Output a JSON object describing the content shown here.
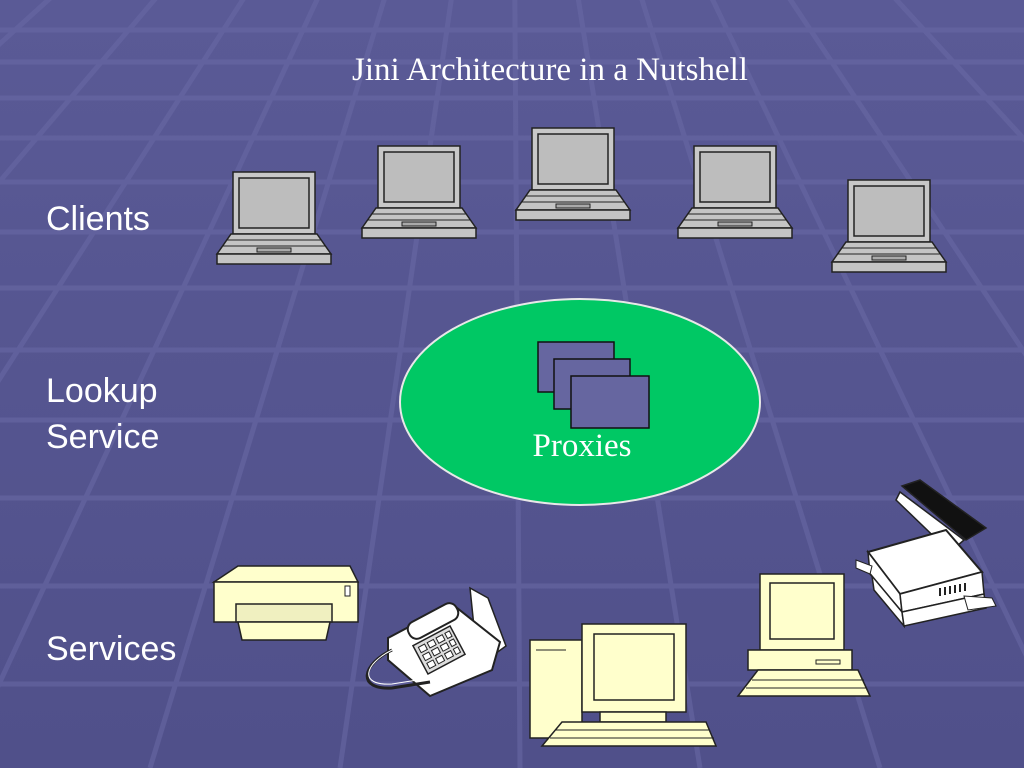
{
  "title": "Jini Architecture in a Nutshell",
  "layers": {
    "clients": "Clients",
    "lookup_line1": "Lookup",
    "lookup_line2": "Service",
    "services": "Services"
  },
  "lookup": {
    "proxies_label": "Proxies"
  },
  "colors": {
    "background": "#55558f",
    "lookup_fill": "#00c864",
    "proxy_fill": "#6666a0",
    "device_fill": "#ffffcc",
    "laptop_fill": "#c0c0c0"
  }
}
